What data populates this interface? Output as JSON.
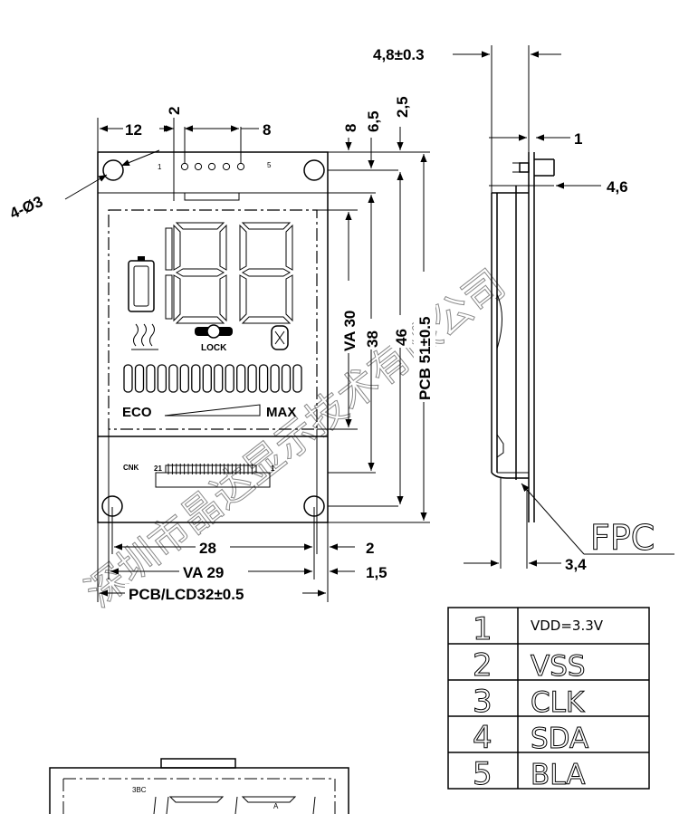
{
  "front_view": {
    "dims": {
      "left_pin_offset": "12",
      "pin_gap": "2",
      "pin_span": "8",
      "hole_label": "4-Ø3",
      "top_to_pin": "8",
      "top_to_pin2": "6,5",
      "top_to_hole": "2,5",
      "va_height": "VA 30",
      "lcd_height": "38",
      "glass_height": "46",
      "pcb_height": "PCB 51±0.5",
      "hole_spacing": "28",
      "hole_right": "2",
      "va_width": "VA 29",
      "va_right": "1,5",
      "pcb_width": "PCB/LCD32±0.5"
    },
    "pin_labels": {
      "first": "1",
      "last": "5"
    },
    "lcd_icons": {
      "lock": "LOCK",
      "eco": "ECO",
      "max": "MAX",
      "bar_segment_count": "16"
    },
    "connector": {
      "name": "CNK",
      "pin_first": "21",
      "pin_last": "1"
    }
  },
  "side_view": {
    "dims": {
      "thickness": "4,8±0.3",
      "pin_length": "1",
      "pin_offset": "4,6",
      "fpc_thickness": "3,4"
    },
    "fpc_label": "FPC"
  },
  "pin_table": {
    "rows": [
      {
        "num": "1",
        "name": "VDD=3.3V"
      },
      {
        "num": "2",
        "name": "VSS"
      },
      {
        "num": "3",
        "name": "CLK"
      },
      {
        "num": "4",
        "name": "SDA"
      },
      {
        "num": "5",
        "name": "BLA"
      }
    ]
  },
  "bottom_partial": {
    "label": "3BC",
    "seg_label": "A"
  },
  "watermark": "深圳市晶达显示技术有限公司"
}
